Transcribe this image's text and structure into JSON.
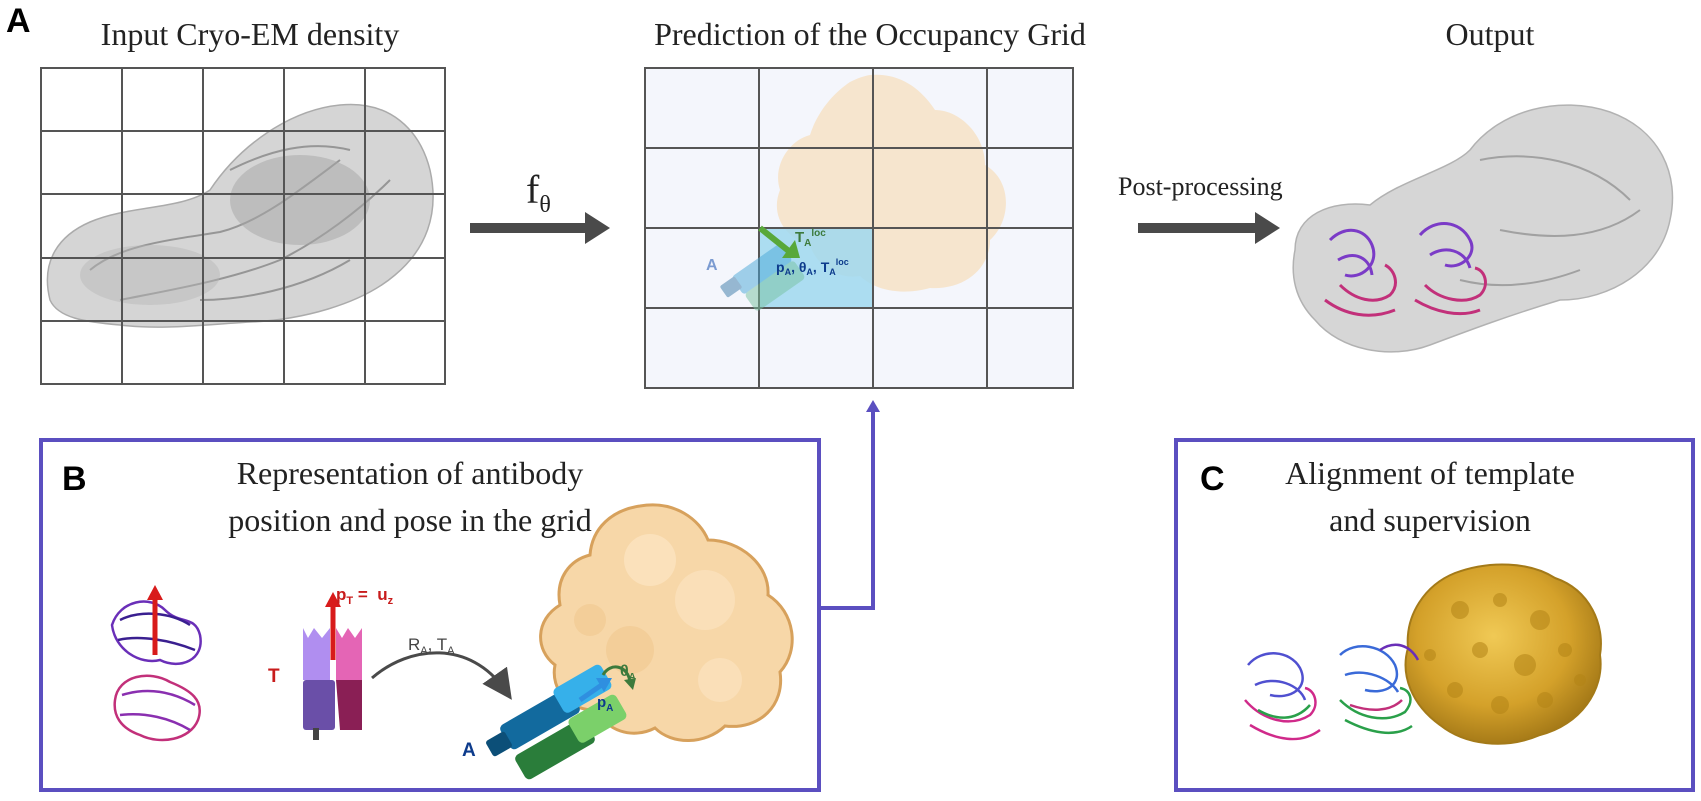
{
  "panel_a": {
    "letter": "A",
    "input_title": "Input Cryo-EM density",
    "middle_title": "Prediction of the Occupancy Grid",
    "output_title": "Output",
    "f_label": "f",
    "f_sub": "θ",
    "post_label": "Post-processing",
    "grid_antibody_label": "A",
    "grid_t_label": "T",
    "grid_t_sub": "A",
    "grid_t_sup": "loc",
    "grid_params": "p",
    "grid_params_a1": "A",
    "grid_theta": ", θ",
    "grid_params_a2": "A",
    "grid_t2": ", T",
    "grid_params_a3": "A",
    "grid_params_sup": "loc"
  },
  "panel_b": {
    "letter": "B",
    "title_line1": "Representation of antibody",
    "title_line2": "position and pose in the grid",
    "pt_label": "p",
    "pt_sub": "T",
    "pt_eq": " =  u",
    "pt_z": "z",
    "t_label": "T",
    "ra_label": "R",
    "ra_sub": "A",
    "ta_label": ", T",
    "ta_sub": "A",
    "theta_label": "θ",
    "theta_sub": "A",
    "pa_label": "p",
    "pa_sub": "A",
    "a_label": "A"
  },
  "panel_c": {
    "letter": "C",
    "title_line1": "Alignment of template",
    "title_line2": "and supervision"
  },
  "colors": {
    "frame": "#5b4fc0",
    "arrow": "#4a4a4a",
    "grid_line": "#555555",
    "grid_fill": "#f4f6fc",
    "highlight_cell": "#9fd8ef",
    "protein_fill": "#f7d7a8",
    "protein_edge": "#d7a15c",
    "gold": "#d6a731",
    "red_arrow": "#d81b1b",
    "dark_blue": "#0d3b8c",
    "green_text": "#3c7a3c"
  }
}
